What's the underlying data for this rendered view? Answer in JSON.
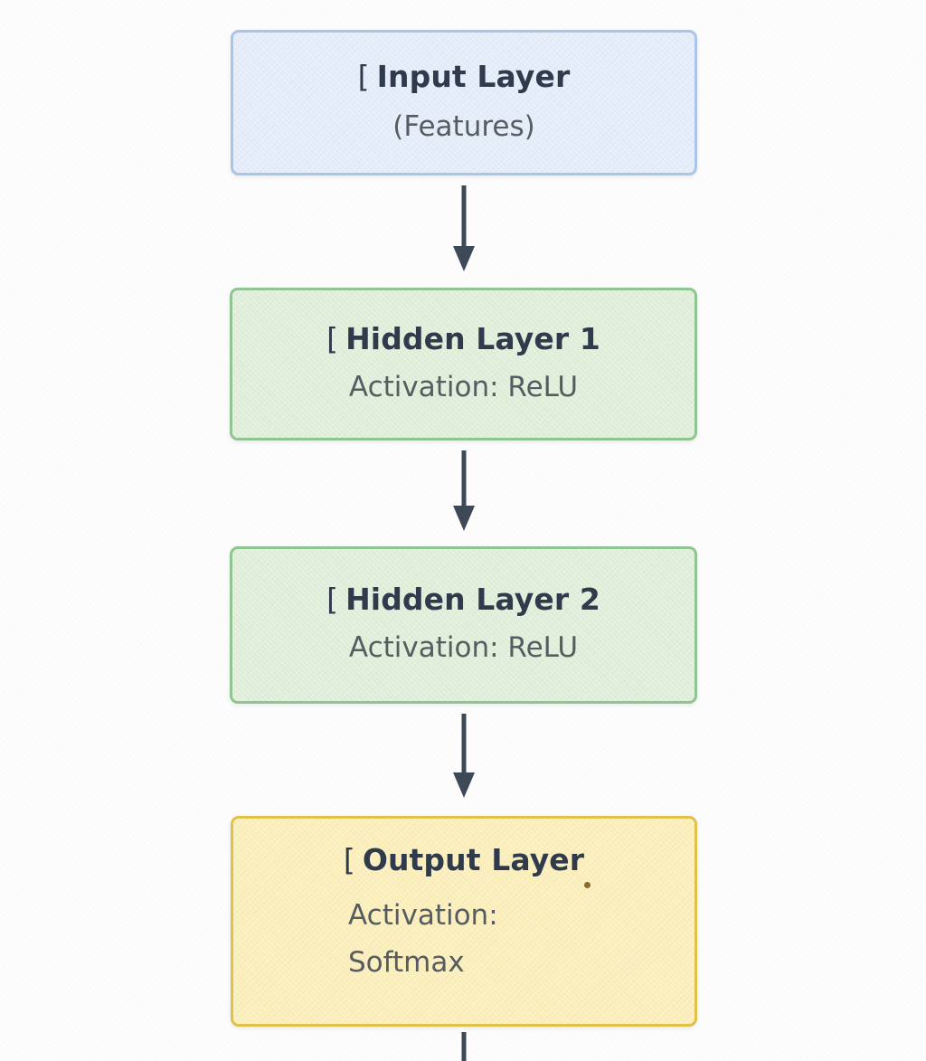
{
  "diagram": {
    "type": "flowchart",
    "orientation": "top-to-bottom",
    "background_color": "#fdfdfd",
    "arrow_color": "#3d4957",
    "title_color": "#2f3b4c",
    "subtitle_color": "#565c60",
    "missing_glyph": "[",
    "nodes": [
      {
        "id": "input",
        "title": "Input Layer",
        "subtitle": "(Features)",
        "glyph": "[",
        "fill_color": "#e4ecf9",
        "border_color": "#a9c6e8"
      },
      {
        "id": "hidden1",
        "title": "Hidden Layer 1",
        "subtitle": "Activation: ReLU",
        "glyph": "[",
        "fill_color": "#dfeed9",
        "border_color": "#90c491"
      },
      {
        "id": "hidden2",
        "title": "Hidden Layer 2",
        "subtitle": "Activation: ReLU",
        "glyph": "[",
        "fill_color": "#dfeed9",
        "border_color": "#90c491"
      },
      {
        "id": "output",
        "title": "Output Layer",
        "subtitle_line1": "Activation:",
        "subtitle_line2": "Softmax",
        "glyph": "[",
        "fill_color": "#fbeeb8",
        "border_color": "#e0c14a"
      }
    ],
    "connectors": [
      {
        "id": "input-to-hidden1",
        "from": "input",
        "to": "hidden1",
        "style": "solid-arrow"
      },
      {
        "id": "hidden1-to-hidden2",
        "from": "hidden1",
        "to": "hidden2",
        "style": "solid-arrow"
      },
      {
        "id": "hidden2-to-output",
        "from": "hidden2",
        "to": "output",
        "style": "solid-arrow"
      },
      {
        "id": "output-to-next",
        "from": "output",
        "to": "",
        "style": "solid-arrow-clipped"
      }
    ]
  }
}
